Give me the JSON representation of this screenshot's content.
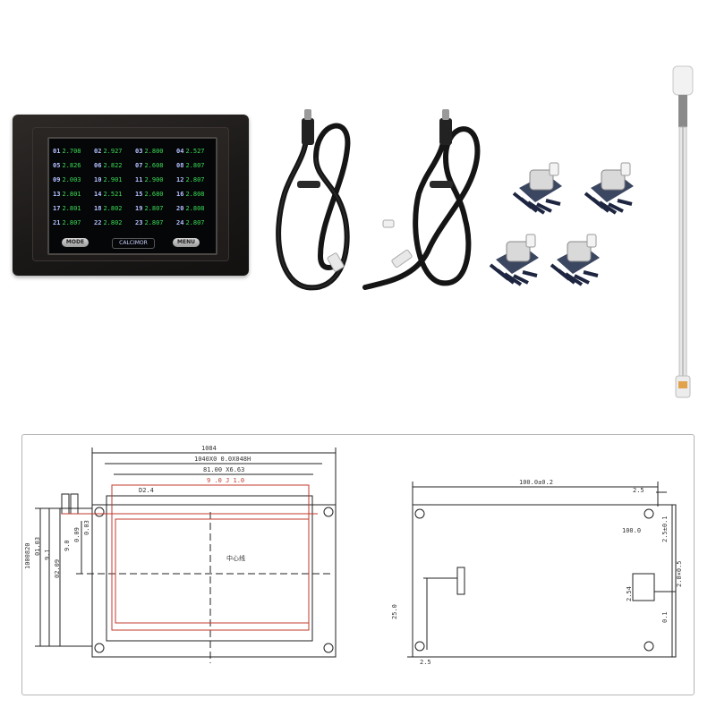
{
  "display": {
    "sensors": [
      {
        "id": "01",
        "value": "2.708"
      },
      {
        "id": "02",
        "value": "2.927"
      },
      {
        "id": "03",
        "value": "2.800"
      },
      {
        "id": "04",
        "value": "2.527"
      },
      {
        "id": "05",
        "value": "2.826"
      },
      {
        "id": "06",
        "value": "2.822"
      },
      {
        "id": "07",
        "value": "2.608"
      },
      {
        "id": "08",
        "value": "2.807"
      },
      {
        "id": "09",
        "value": "2.003"
      },
      {
        "id": "10",
        "value": "2.901"
      },
      {
        "id": "11",
        "value": "2.900"
      },
      {
        "id": "12",
        "value": "2.807"
      },
      {
        "id": "13",
        "value": "2.801"
      },
      {
        "id": "14",
        "value": "2.521"
      },
      {
        "id": "15",
        "value": "2.680"
      },
      {
        "id": "16",
        "value": "2.808"
      },
      {
        "id": "17",
        "value": "2.801"
      },
      {
        "id": "18",
        "value": "2.802"
      },
      {
        "id": "19",
        "value": "2.807"
      },
      {
        "id": "20",
        "value": "2.808"
      },
      {
        "id": "21",
        "value": "2.807"
      },
      {
        "id": "22",
        "value": "2.802"
      },
      {
        "id": "23",
        "value": "2.807"
      },
      {
        "id": "24",
        "value": "2.807"
      }
    ],
    "left_button_label": "MODE",
    "right_button_label": "MENU",
    "brand": "CALCIMOR",
    "colors": {
      "id": "#b6c2ff",
      "value": "#3bdc55",
      "screen": "#040608"
    }
  },
  "diagram": {
    "front_view": {
      "overall_width": "1084",
      "screen_outline": "1040X0 0.0X048H",
      "active_area": "81.00 X6.63",
      "red_dim": "9 .0 J 1.0",
      "d24": "D2.4",
      "center_label": "中心线",
      "left_dims": [
        "1000820",
        "01.03",
        "9.1",
        "02.09",
        "9.0",
        "0.09",
        "0.03"
      ]
    },
    "back_view": {
      "overall_width": "100.0±0.2",
      "top_right": "2.5",
      "label_a": "100.0",
      "right_dim": "2.5±0.1",
      "right_text": "2.0×0.5",
      "left_dim": "25.0",
      "connector_label": "2.54",
      "bottom_label": "2.5",
      "bottom_right_label": "0.1"
    }
  }
}
